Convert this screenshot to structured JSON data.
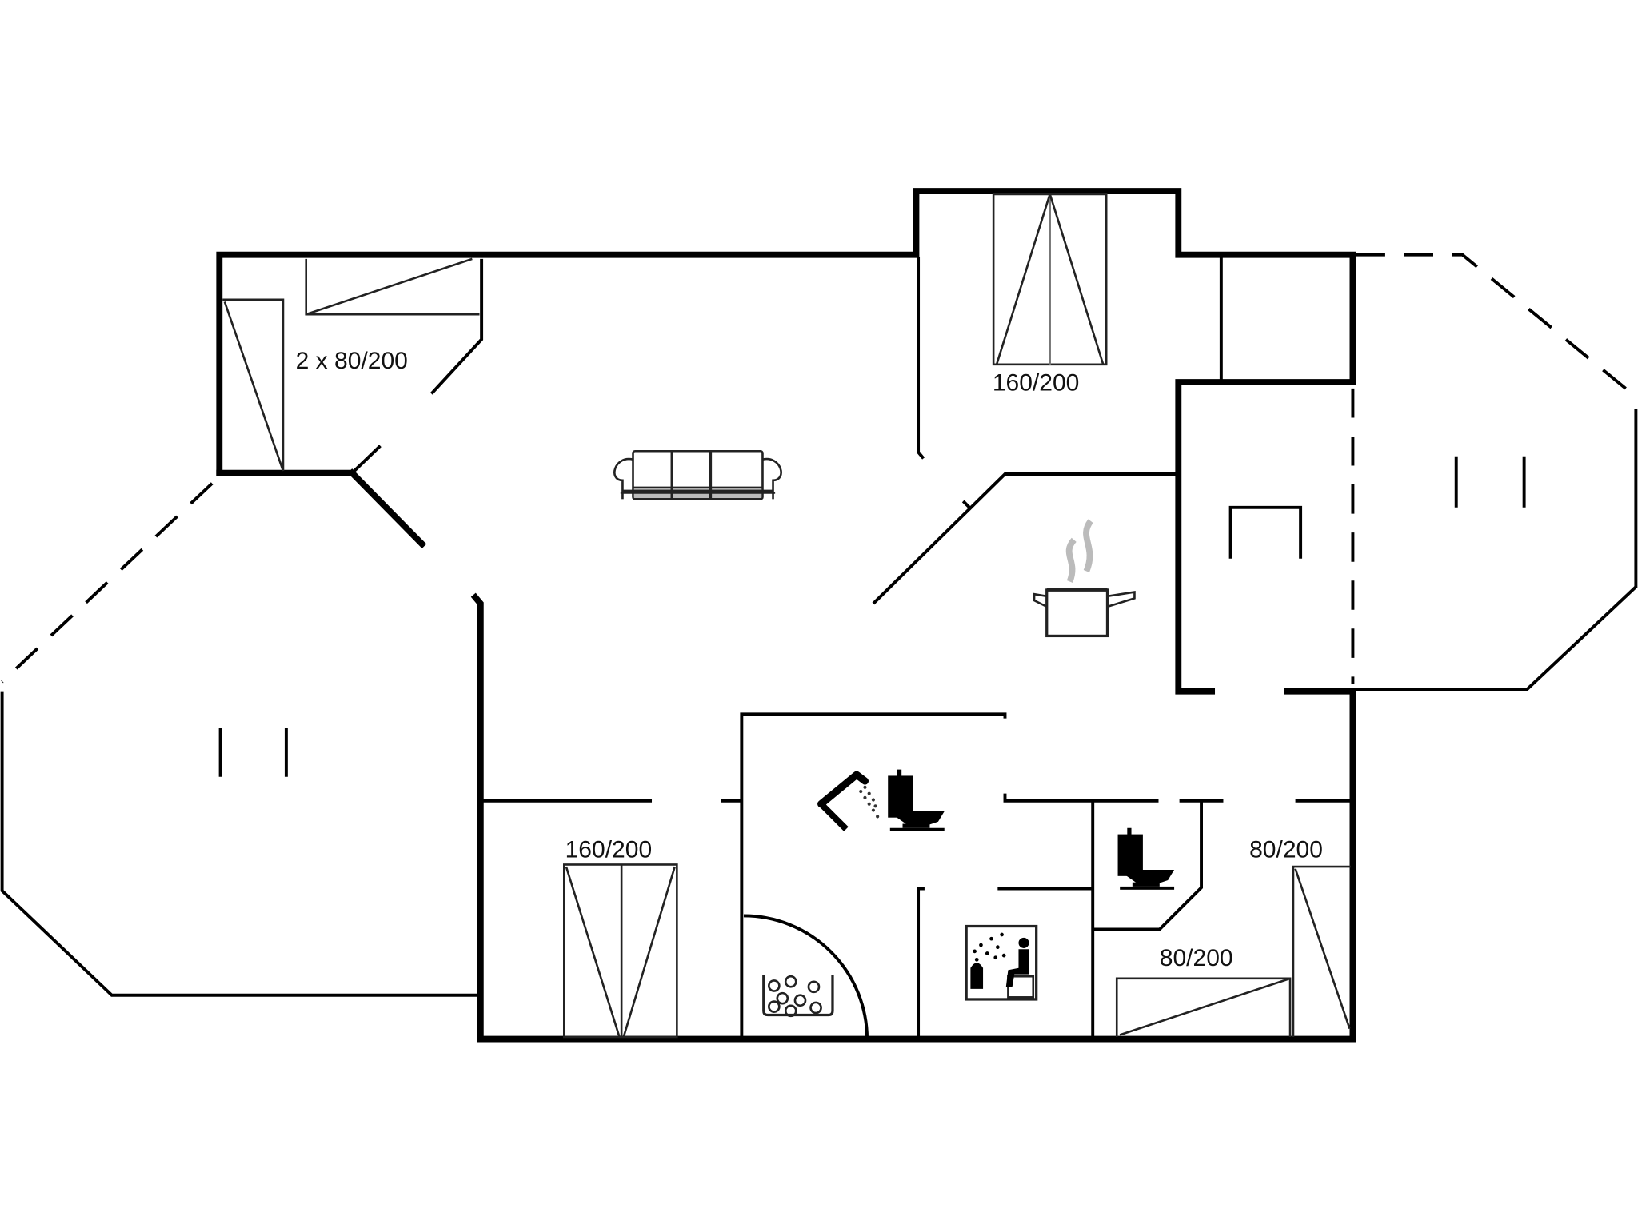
{
  "plan": {
    "type": "floor-plan",
    "wall_color": "#000000",
    "background": "#ffffff",
    "rooms": [
      {
        "id": "bedroom-1",
        "bed_label": "2 x 80/200"
      },
      {
        "id": "bedroom-2",
        "bed_label": "160/200"
      },
      {
        "id": "bedroom-3",
        "bed_label": "160/200"
      },
      {
        "id": "bedroom-4",
        "bed_label": "80/200"
      },
      {
        "id": "bedroom-5",
        "bed_label": "80/200"
      },
      {
        "id": "living-room",
        "icon": "sofa-icon"
      },
      {
        "id": "kitchen",
        "icon": "cooking-pot-icon"
      },
      {
        "id": "bathroom-1",
        "icons": [
          "shower-icon",
          "toilet-icon"
        ]
      },
      {
        "id": "bathroom-2",
        "icons": [
          "toilet-icon"
        ]
      },
      {
        "id": "spa-room",
        "icon": "whirlpool-icon"
      },
      {
        "id": "sauna",
        "icon": "sauna-icon"
      },
      {
        "id": "terrace-left",
        "icon": "terrace-door-icon"
      },
      {
        "id": "terrace-right",
        "icon": "terrace-door-icon"
      }
    ]
  },
  "labels": {
    "bedroom1": "2 x 80/200",
    "bedroom2": "160/200",
    "bedroom3": "160/200",
    "bedroom4": "80/200",
    "bedroom5": "80/200"
  }
}
